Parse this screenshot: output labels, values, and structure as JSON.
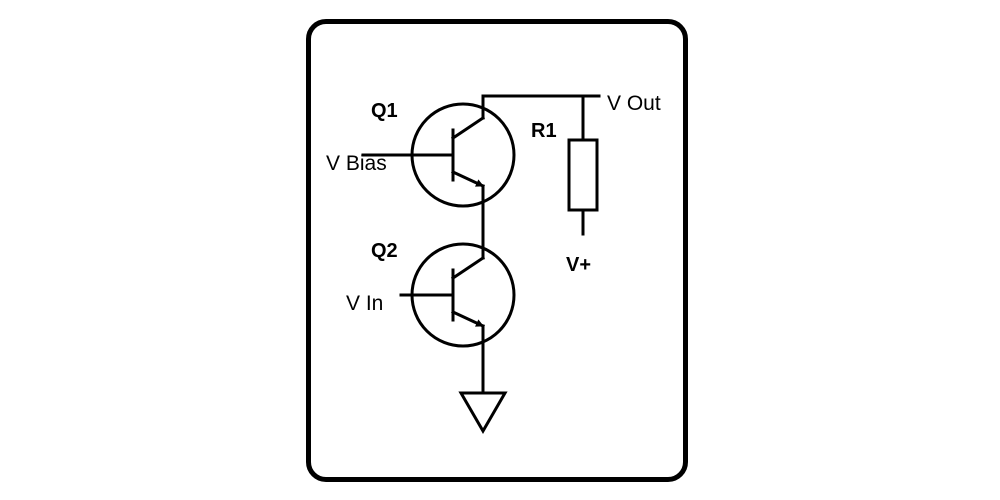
{
  "diagram": {
    "components": {
      "q1": {
        "designator": "Q1"
      },
      "q2": {
        "designator": "Q2"
      },
      "r1": {
        "designator": "R1"
      }
    },
    "nets": {
      "v_bias": "V Bias",
      "v_in": "V In",
      "v_out": "V Out",
      "v_plus": "V+"
    }
  }
}
